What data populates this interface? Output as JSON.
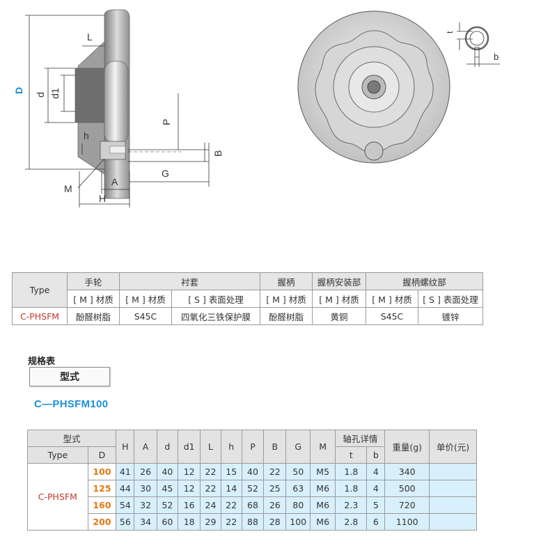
{
  "drawing": {
    "side_labels": {
      "L": "L",
      "D": "D",
      "d": "d",
      "d1": "d1",
      "h": "h",
      "P": "P",
      "B": "B",
      "G": "G",
      "A": "A",
      "M": "M",
      "H": "H"
    },
    "detail_labels": {
      "t": "t",
      "b": "b"
    }
  },
  "material_table": {
    "type_header": "Type",
    "group_handwheel": "手轮",
    "group_bushing": "衬套",
    "group_grip": "握柄",
    "group_grip_mount": "握柄安装部",
    "group_grip_thread": "握柄螺纹部",
    "sub_m_material": "[ M ] 材质",
    "sub_s_surface": "[ S ] 表面处理",
    "row": {
      "type": "C-PHSFM",
      "handwheel_material": "酚醛树脂",
      "bushing_material": "S45C",
      "bushing_surface": "四氧化三铁保护膜",
      "grip_material": "酚醛树脂",
      "grip_mount_material": "黄铜",
      "thread_material": "S45C",
      "thread_surface": "镀锌"
    }
  },
  "spec": {
    "label": "规格表",
    "type_box": "型式",
    "model_title": "C—PHSFM100",
    "headers": {
      "type_cn": "型式",
      "type_en": "Type",
      "D": "D",
      "H": "H",
      "A": "A",
      "d": "d",
      "d1": "d1",
      "L": "L",
      "h": "h",
      "P": "P",
      "B": "B",
      "G": "G",
      "M": "M",
      "hole": "轴孔详情",
      "t": "t",
      "b": "b",
      "weight": "重量(g)",
      "price": "单价(元)"
    },
    "type_value": "C-PHSFM",
    "rows": [
      {
        "D": "100",
        "H": "41",
        "A": "26",
        "d": "40",
        "d1": "12",
        "L": "22",
        "h": "15",
        "P": "40",
        "B": "22",
        "G": "50",
        "M": "M5",
        "t": "1.8",
        "b": "4",
        "w": "340"
      },
      {
        "D": "125",
        "H": "44",
        "A": "30",
        "d": "45",
        "d1": "12",
        "L": "22",
        "h": "14",
        "P": "52",
        "B": "25",
        "G": "63",
        "M": "M6",
        "t": "1.8",
        "b": "4",
        "w": "500"
      },
      {
        "D": "160",
        "H": "54",
        "A": "32",
        "d": "52",
        "d1": "16",
        "L": "24",
        "h": "22",
        "P": "68",
        "B": "26",
        "G": "80",
        "M": "M6",
        "t": "2.3",
        "b": "5",
        "w": "720"
      },
      {
        "D": "200",
        "H": "56",
        "A": "34",
        "d": "60",
        "d1": "18",
        "L": "29",
        "h": "22",
        "P": "88",
        "B": "28",
        "G": "100",
        "M": "M6",
        "t": "2.8",
        "b": "6",
        "w": "1100"
      }
    ]
  },
  "colors": {
    "accent_blue": "#1b8fd6",
    "d_orange": "#e07a10",
    "type_red": "#c0392b",
    "cell_blue": "#d8f0fb"
  }
}
